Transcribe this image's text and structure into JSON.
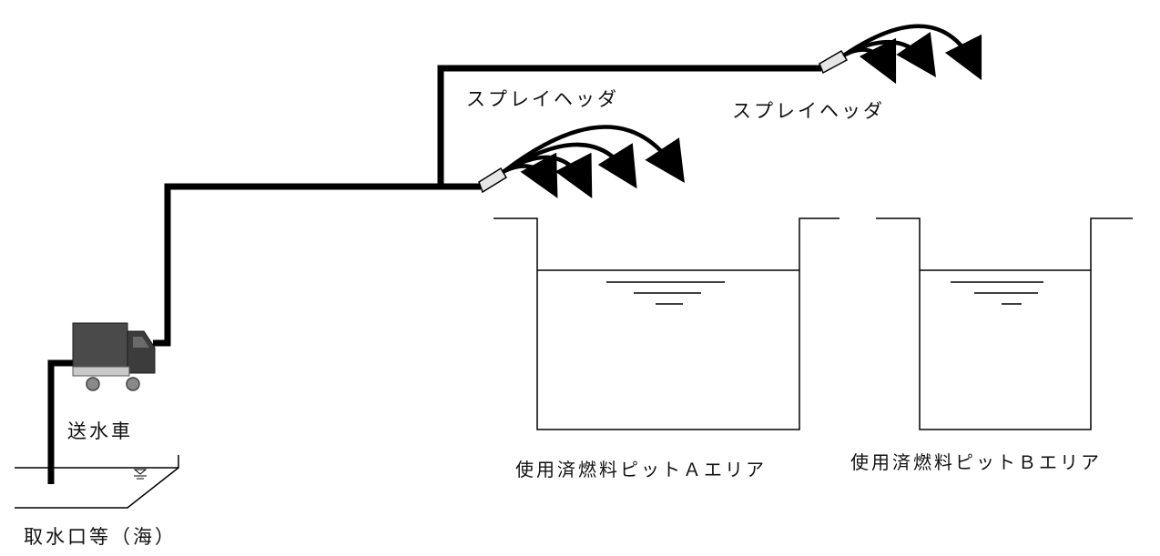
{
  "labels": {
    "spray_header_left": "スプレイヘッダ",
    "spray_header_right": "スプレイヘッダ",
    "truck": "送水車",
    "intake": "取水口等（海）",
    "pit_a": "使用済燃料ピットＡエリア",
    "pit_b": "使用済燃料ピットＢエリア"
  },
  "colors": {
    "pipe": "#000000",
    "line": "#000000",
    "truck_cargo": "#4a4a4a",
    "truck_cab": "#3c3c3c",
    "truck_base": "#c9c9c9",
    "wheel": "#8a8a8a",
    "nozzle": "#e6e6e6"
  },
  "icons": {
    "truck": "water-supply-truck-icon",
    "water_level": "water-level-mark-icon",
    "nozzle": "spray-nozzle-icon"
  }
}
